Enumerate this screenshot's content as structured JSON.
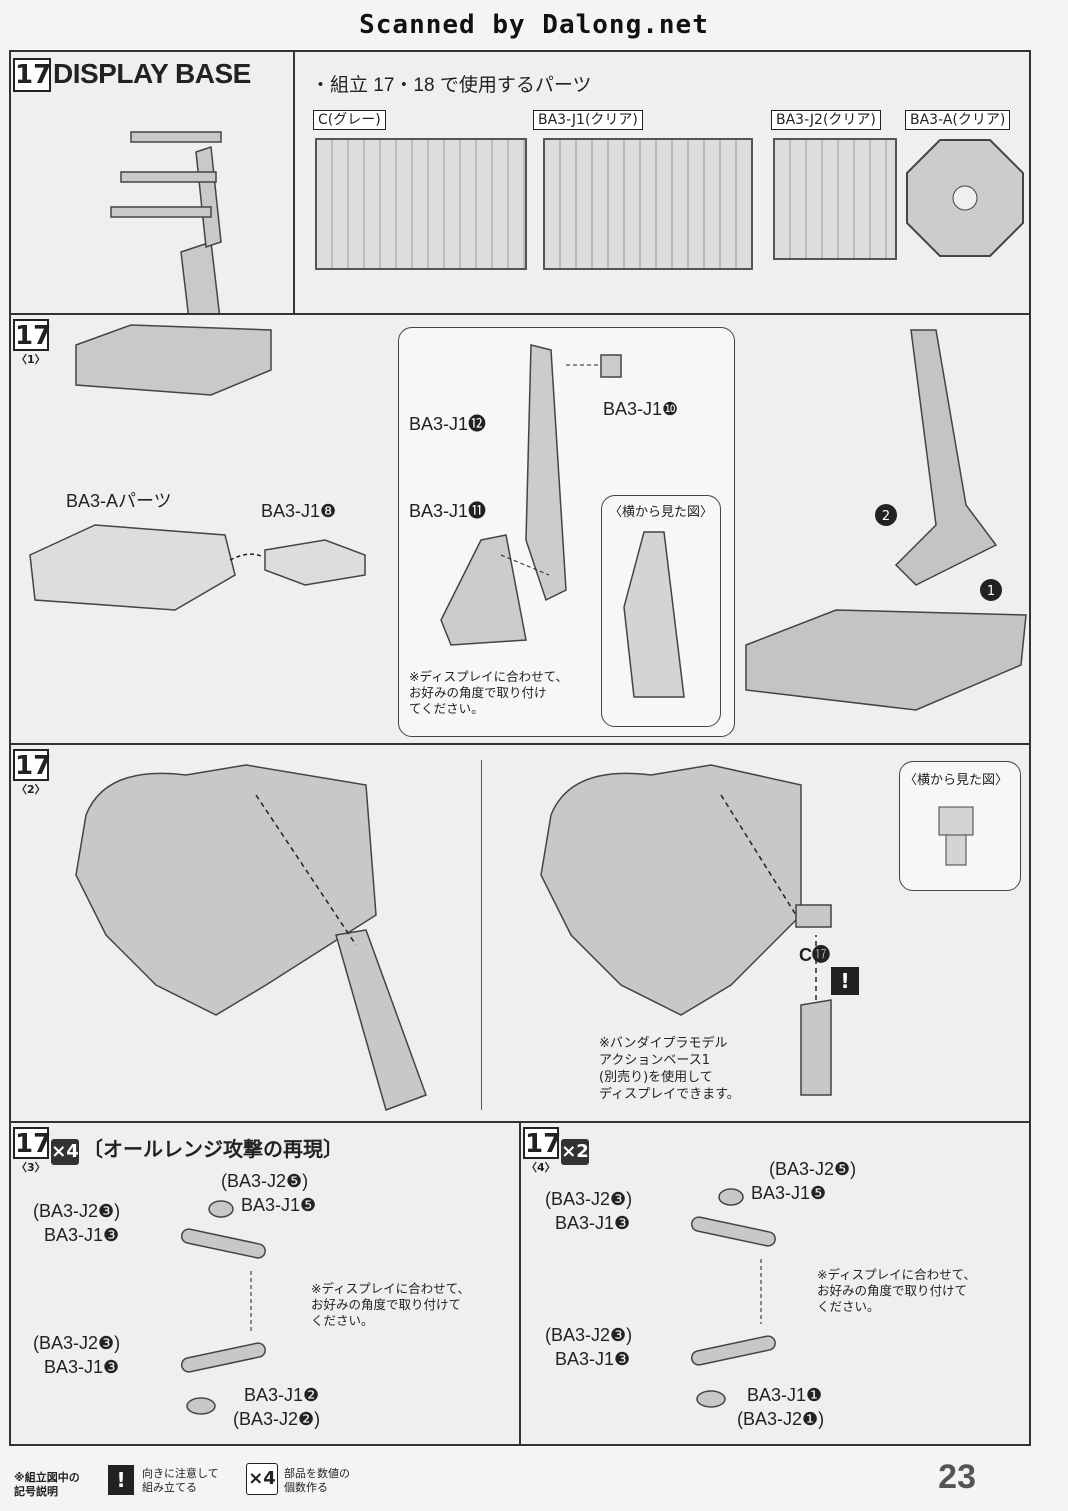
{
  "header": "Scanned by Dalong.net",
  "step_number": "17",
  "title": "DISPLAY BASE",
  "parts_heading": "・組立 17・18 で使用するパーツ",
  "runners": [
    {
      "label": "C(グレー)"
    },
    {
      "label": "BA3-J1(クリア)"
    },
    {
      "label": "BA3-J2(クリア)"
    },
    {
      "label": "BA3-A(クリア)"
    }
  ],
  "sub1": {
    "label": "〈1〉",
    "base_parts": "BA3-Aパーツ",
    "j1_8": "BA3-J1❽",
    "j1_12": "BA3-J1⓬",
    "j1_10": "BA3-J1❿",
    "j1_11": "BA3-J1⓫",
    "side_view": "〈横から見た図〉",
    "note": "※ディスプレイに合わせて、\nお好みの角度で取り付け\nてください。",
    "step1": "1",
    "step2": "2"
  },
  "sub2": {
    "label": "〈2〉",
    "side_view": "〈横から見た図〉",
    "c17": "C⓱",
    "note": "※バンダイプラモデル\nアクションベース1\n(別売り)を使用して\nディスプレイできます。"
  },
  "sub3": {
    "label": "〈3〉",
    "multiplier": "×4",
    "heading": "〔オールレンジ攻撃の再現〕",
    "a1": "(BA3-J2❺)",
    "a2": "BA3-J1❺",
    "b1": "(BA3-J2❸)",
    "b2": "BA3-J1❸",
    "c1": "(BA3-J2❸)",
    "c2": "BA3-J1❸",
    "d1": "BA3-J1❷",
    "d2": "(BA3-J2❷)",
    "note": "※ディスプレイに合わせて、\nお好みの角度で取り付けて\nください。"
  },
  "sub4": {
    "label": "〈4〉",
    "multiplier": "×2",
    "a1": "(BA3-J2❺)",
    "a2": "BA3-J1❺",
    "b1": "(BA3-J2❸)",
    "b2": "BA3-J1❸",
    "c1": "(BA3-J2❸)",
    "c2": "BA3-J1❸",
    "d1": "BA3-J1❶",
    "d2": "(BA3-J2❶)",
    "note": "※ディスプレイに合わせて、\nお好みの角度で取り付けて\nください。"
  },
  "legend": {
    "title": "※組立図中の\n記号説明",
    "caution": "向きに注意して\n組み立てる",
    "multiplier": "×4",
    "multiplier_desc": "部品を数値の\n個数作る"
  },
  "page_number": "23"
}
